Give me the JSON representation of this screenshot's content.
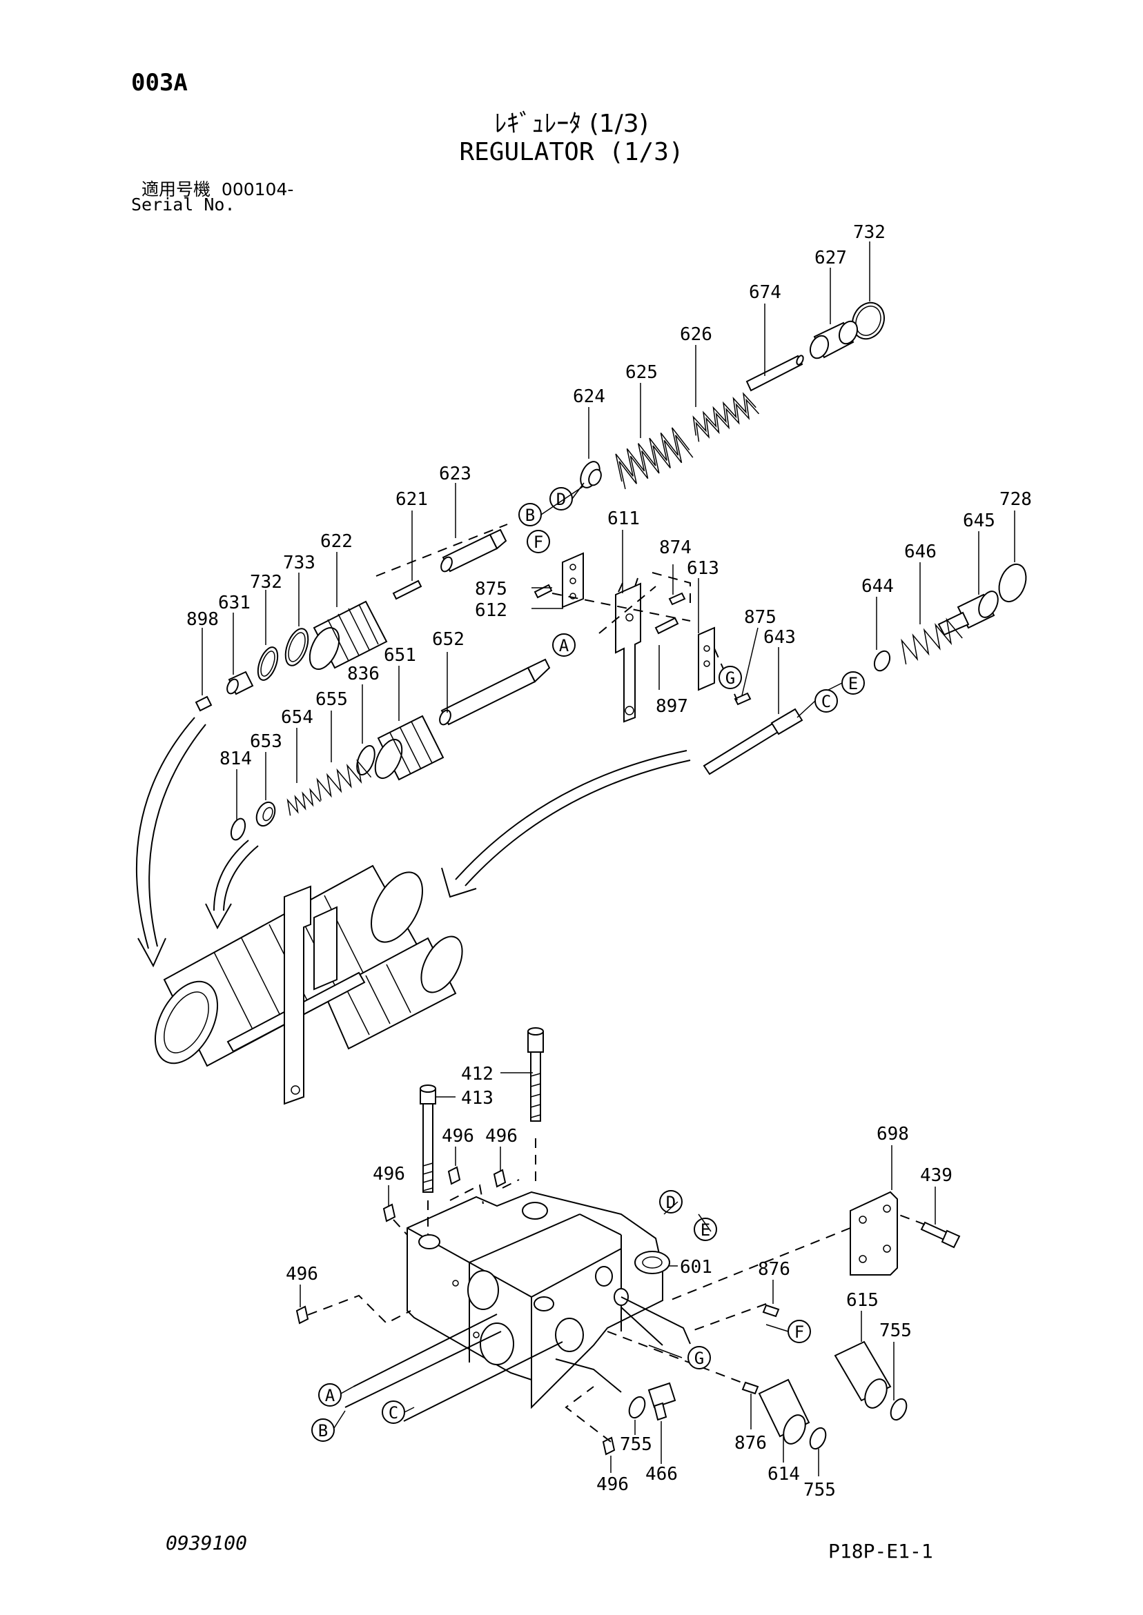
{
  "header": {
    "page_code": "003A",
    "title_jp": "ﾚｷﾞｭﾚｰﾀ (1/3)",
    "title_en": "REGULATOR (1/3)",
    "serial_label_jp": "適用号機",
    "serial_value": "000104-",
    "serial_label_en": "Serial No."
  },
  "footer": {
    "left_code": "0939100",
    "right_code": "P18P-E1-1"
  },
  "labels": {
    "p732a": "732",
    "p627": "627",
    "p674": "674",
    "p626": "626",
    "p625": "625",
    "p624": "624",
    "p623": "623",
    "p621": "621",
    "p622": "622",
    "p733": "733",
    "p732b": "732",
    "p631": "631",
    "p898": "898",
    "p611": "611",
    "p874": "874",
    "p613": "613",
    "p875a": "875",
    "p612": "612",
    "p652": "652",
    "p651": "651",
    "p836": "836",
    "p655": "655",
    "p654": "654",
    "p653": "653",
    "p814": "814",
    "p875b": "875",
    "p643": "643",
    "p897": "897",
    "p728": "728",
    "p645": "645",
    "p646": "646",
    "p644": "644",
    "p412": "412",
    "p413": "413",
    "p496a": "496",
    "p496b": "496",
    "p496c": "496",
    "p496d": "496",
    "p496e": "496",
    "p698": "698",
    "p439": "439",
    "p601": "601",
    "p876a": "876",
    "p615": "615",
    "p755a": "755",
    "p755b": "755",
    "p466": "466",
    "p876b": "876",
    "p614": "614",
    "p755c": "755"
  },
  "callouts": {
    "d_top": "D",
    "b_top": "B",
    "f_top": "F",
    "a_top": "A",
    "g_top": "G",
    "c_top": "C",
    "e_top": "E",
    "d_bot": "D",
    "e_bot": "E",
    "f_bot": "F",
    "g_bot": "G",
    "a_bot": "A",
    "b_bot": "B",
    "c_bot": "C"
  }
}
